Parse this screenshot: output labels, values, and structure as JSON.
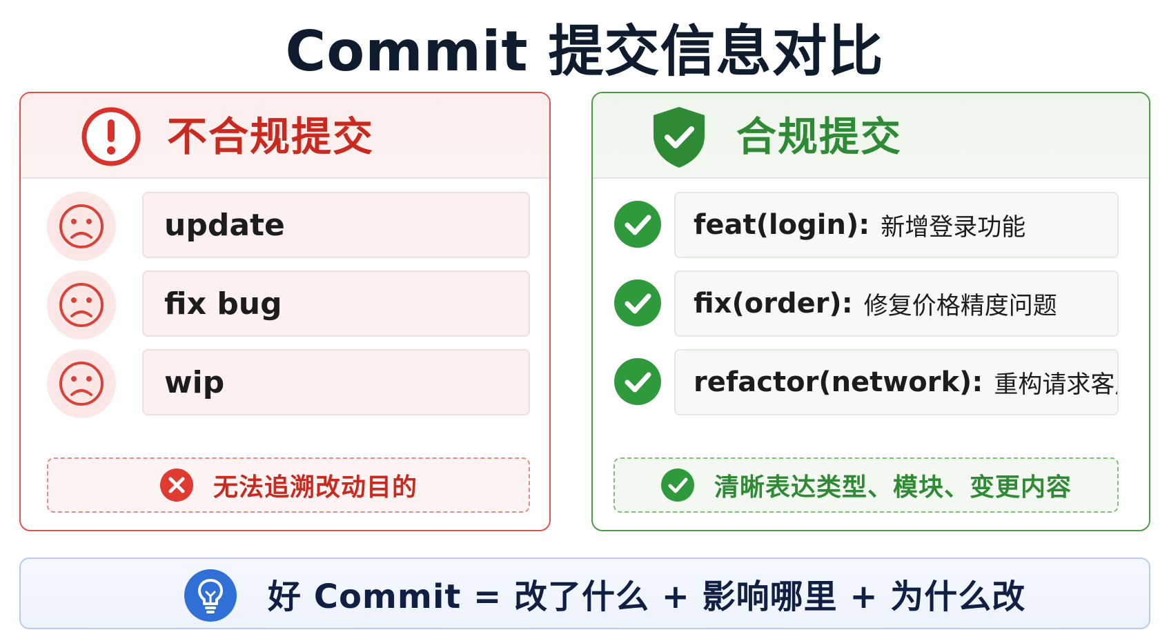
{
  "title": "Commit 提交信息对比",
  "colors": {
    "bad_accent": "#c9291f",
    "good_accent": "#2f8a35",
    "banner_accent": "#2f6fd6",
    "title": "#0f1c2e"
  },
  "bad_panel": {
    "title": "不合规提交",
    "header_icon": "exclamation-circle-icon",
    "row_icon": "sad-face-icon",
    "items": [
      {
        "text": "update"
      },
      {
        "text": "fix bug"
      },
      {
        "text": "wip"
      }
    ],
    "note": {
      "icon": "x-circle-icon",
      "text": "无法追溯改动目的"
    }
  },
  "good_panel": {
    "title": "合规提交",
    "header_icon": "shield-check-icon",
    "row_icon": "check-circle-icon",
    "items": [
      {
        "code": "feat(login):",
        "desc": "新增登录功能"
      },
      {
        "code": "fix(order):",
        "desc": "修复价格精度问题"
      },
      {
        "code": "refactor(network):",
        "desc": "重构请求客户端"
      }
    ],
    "note": {
      "icon": "check-circle-icon",
      "text": "清晰表达类型、模块、变更内容"
    }
  },
  "banner": {
    "icon": "lightbulb-icon",
    "text": "好 Commit = 改了什么 + 影响哪里 + 为什么改"
  }
}
